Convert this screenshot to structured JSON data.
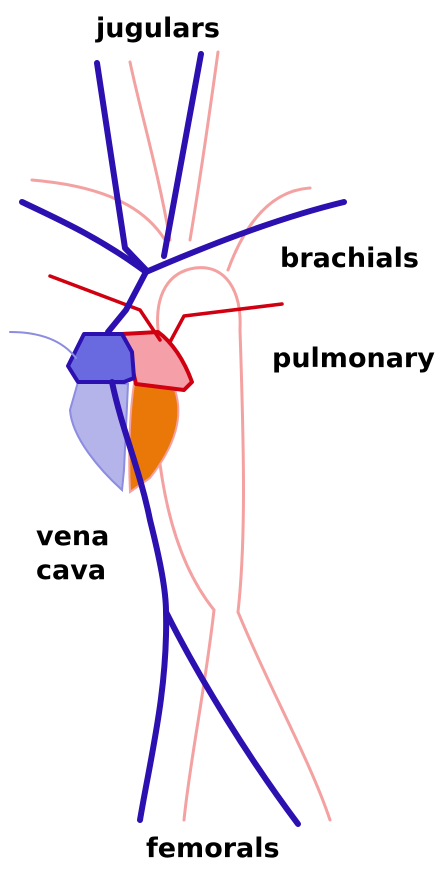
{
  "labels": {
    "jugulars": "jugulars",
    "brachials": "brachials",
    "pulmonary": "pulmonary",
    "vena_cava_line1": "vena",
    "vena_cava_line2": "cava",
    "femorals": "femorals"
  },
  "colors": {
    "vein": "#2c10b0",
    "artery_light": "#f4a1a1",
    "pulmonary_artery": "#d00010",
    "right_atrium": "#6a6ae0",
    "right_ventricle": "#b4b4ea",
    "left_atrium": "#f5a0a8",
    "left_ventricle": "#ea7808"
  }
}
